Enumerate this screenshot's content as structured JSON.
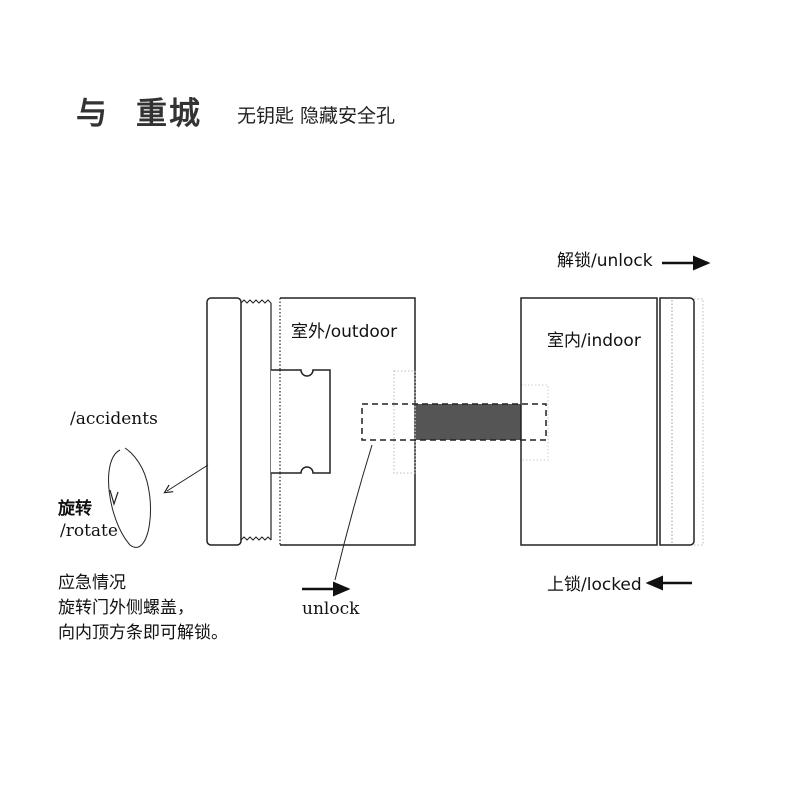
{
  "header": {
    "brand_char1": "与",
    "brand_chars2": "重城",
    "tagline": "无钥匙 隐藏安全孔"
  },
  "diagram": {
    "outdoor_label": "室外/outdoor",
    "indoor_label": "室内/indoor",
    "unlock_top_label": "解锁/unlock",
    "locked_label": "上锁/locked",
    "accidents_label": "/accidents",
    "rotate_cn": "旋转",
    "rotate_en": "/rotate",
    "unlock_bottom_label": "unlock",
    "instructions": [
      "应急情况",
      "旋转门外侧螺盖，",
      "向内顶方条即可解锁。"
    ]
  },
  "colors": {
    "bar": "#555555",
    "line": "#222222"
  }
}
